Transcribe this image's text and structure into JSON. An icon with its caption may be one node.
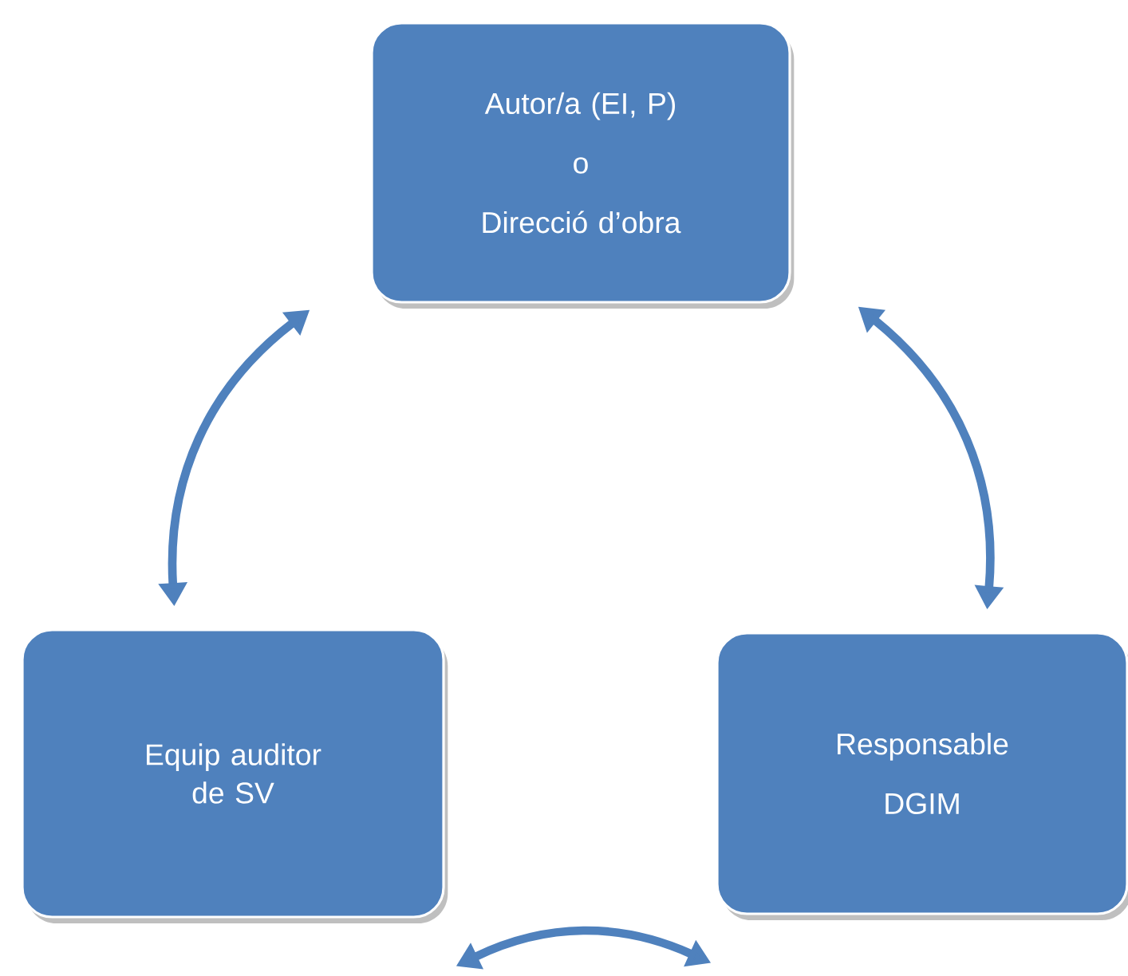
{
  "diagram": {
    "nodes": [
      {
        "text": [
          "Autor/a (EI, P)",
          "o",
          "Direcció d’obra"
        ]
      },
      {
        "text": [
          "Equip auditor de SV"
        ]
      },
      {
        "text": [
          "Responsable",
          "DGIM"
        ]
      }
    ],
    "edges": [
      {
        "from": 0,
        "to": 1,
        "arrow": "both"
      },
      {
        "from": 0,
        "to": 2,
        "arrow": "both"
      },
      {
        "from": 1,
        "to": 2,
        "arrow": "both"
      }
    ]
  }
}
